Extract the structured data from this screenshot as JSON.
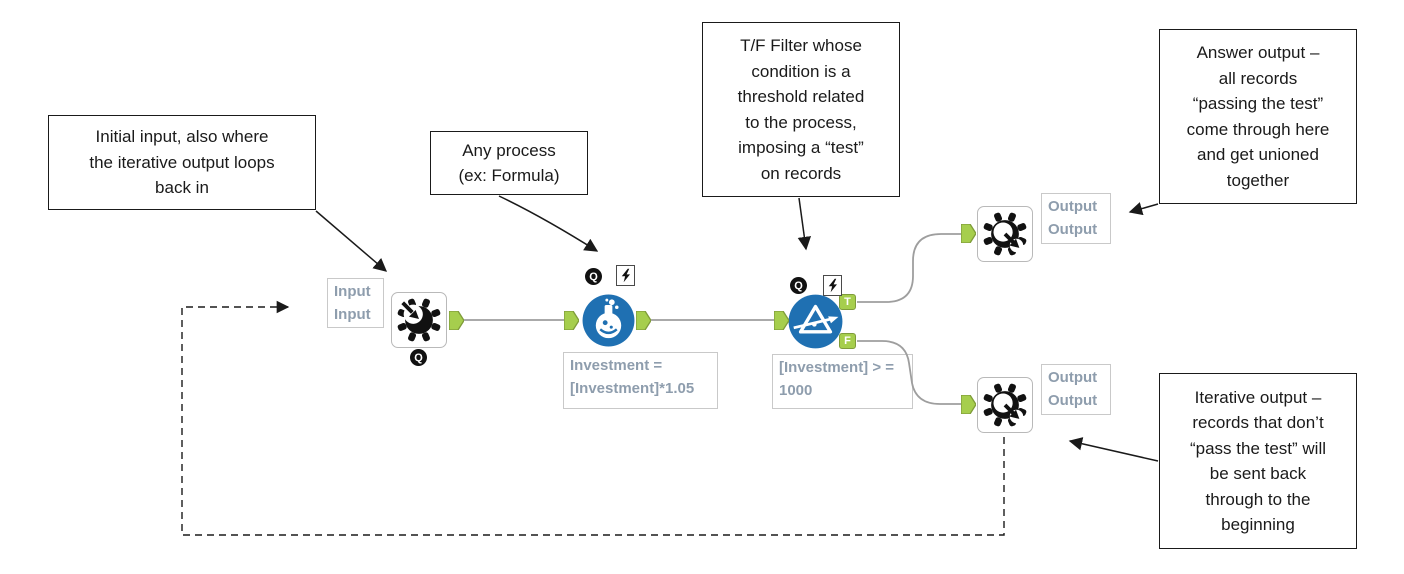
{
  "callouts": {
    "initial_input": {
      "lines": [
        "Initial input, also where",
        "the iterative output loops",
        "back in"
      ]
    },
    "any_process": {
      "lines": [
        "Any process",
        "(ex: Formula)"
      ]
    },
    "tf_filter": {
      "lines": [
        "T/F Filter whose",
        "condition is a",
        "threshold related",
        "to the process,",
        "imposing a “test”",
        "on records"
      ]
    },
    "answer_output": {
      "lines": [
        "Answer output –",
        "all records",
        "“passing the test”",
        "come through here",
        "and get unioned",
        "together"
      ]
    },
    "iterative_output": {
      "lines": [
        "Iterative output –",
        "records that don’t",
        "“pass the test” will",
        "be sent back",
        "through to the",
        "beginning"
      ]
    }
  },
  "workflow": {
    "q_indicator": "Q",
    "input_tool": {
      "label_lines": [
        "Input",
        "Input"
      ]
    },
    "formula_tool": {
      "annotation_lines": [
        "Investment =",
        "[Investment]*1.05"
      ]
    },
    "filter_tool": {
      "annotation_lines": [
        "[Investment] > =",
        "1000"
      ],
      "true_label": "T",
      "false_label": "F"
    },
    "output_top": {
      "label_lines": [
        "Output",
        "Output"
      ]
    },
    "output_bottom": {
      "label_lines": [
        "Output",
        "Output"
      ]
    }
  },
  "colors": {
    "anchor_green": "#a6ce4d",
    "anchor_green_border": "#7f9c3a",
    "tool_blue": "#1f70b2",
    "wire_gray": "#9e9e9e",
    "annotation_text": "#8e9dad",
    "callout_border": "#1a1a1a"
  }
}
